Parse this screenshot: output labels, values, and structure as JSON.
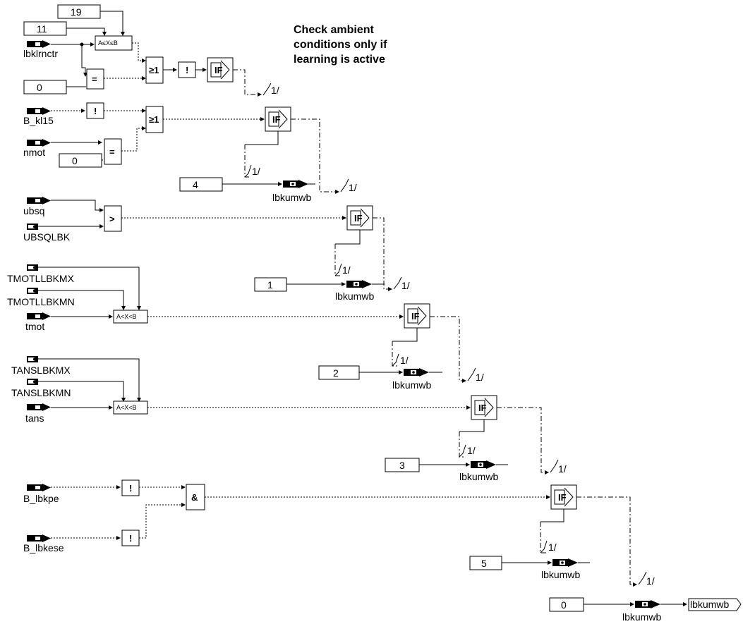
{
  "note": [
    "Check ambient",
    "conditions only if",
    "learning is active"
  ],
  "constants": {
    "c19": "19",
    "c11": "11",
    "c0a": "0",
    "c0b": "0",
    "c4": "4",
    "c1": "1",
    "c2": "2",
    "c3": "3",
    "c5": "5",
    "c0c": "0"
  },
  "inputs": {
    "lbklrnctr": "lbklrnctr",
    "b_kl15": "B_kl15",
    "nmot": "nmot",
    "ubsq": "ubsq",
    "ubsqlbk": "UBSQLBK",
    "tmotllbkmx": "TMOTLLBKMX",
    "tmotllbkmn": "TMOTLLBKMN",
    "tmot": "tmot",
    "tanslbkmx": "TANSLBKMX",
    "tanslbkmn": "TANSLBKMN",
    "tans": "tans",
    "b_lbkpe": "B_lbkpe",
    "b_lbkese": "B_lbkese"
  },
  "operators": {
    "range1": "A≤X≤B",
    "or": "≥1",
    "not": "!",
    "eq": "=",
    "gt": ">",
    "range2": "A<X<B",
    "and": "&",
    "if": "IF"
  },
  "outputs": {
    "var": "lbkumwb",
    "port": "lbkumwb"
  },
  "delay": "1/"
}
